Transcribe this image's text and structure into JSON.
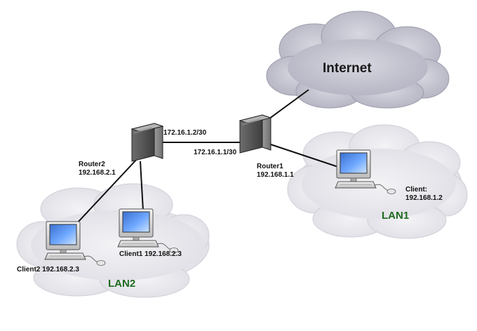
{
  "networks": {
    "internet": "Internet",
    "lan1": "LAN1",
    "lan2": "LAN2"
  },
  "routers": {
    "router1": {
      "name": "Router1",
      "ip": "192.168.1.1",
      "wan_ip": "172.16.1.1/30"
    },
    "router2": {
      "name": "Router2",
      "ip": "192.168.2.1",
      "wan_ip": "172.16.1.2/30"
    }
  },
  "clients": {
    "lan1_client": {
      "name": "Client:",
      "ip": "192.168.1.2"
    },
    "client1": {
      "label": "Client1 192.168.2.3"
    },
    "client2": {
      "label": "Client2 192.168.2.3"
    }
  },
  "colors": {
    "lan_label": "#1f6b1f",
    "cloud_dark": "#b9b9c6",
    "cloud_light": "#e4e4ea",
    "link": "#111111"
  }
}
